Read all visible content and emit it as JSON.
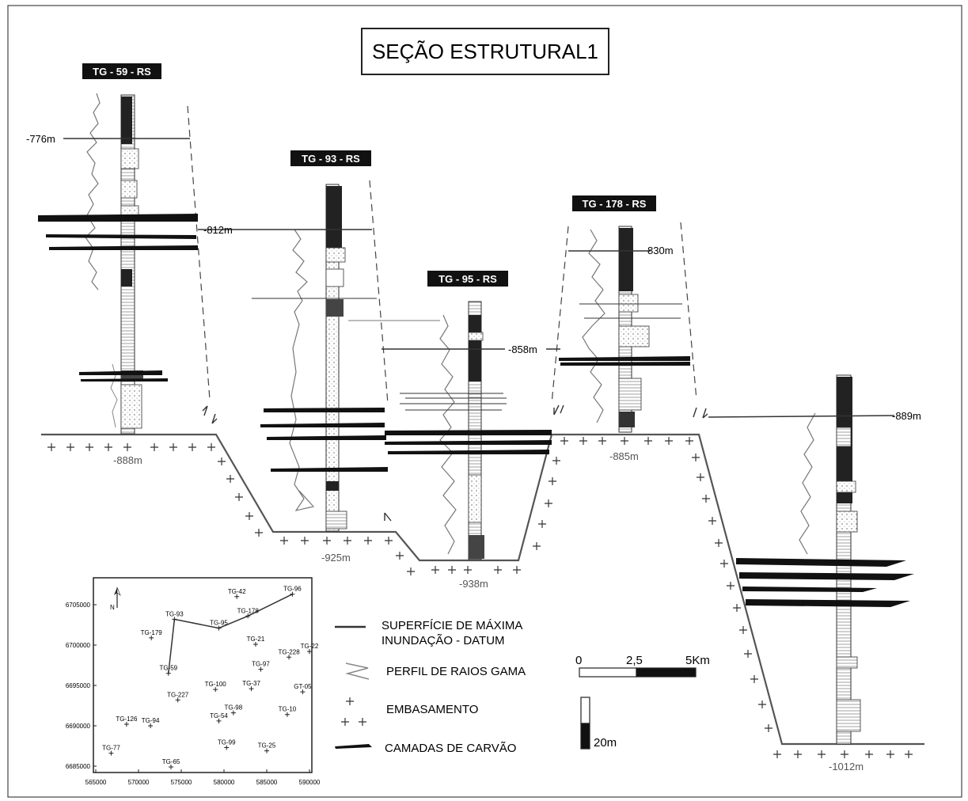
{
  "title": "SEÇÃO ESTRUTURAL1",
  "wells": [
    {
      "name": "TG - 59 - RS",
      "top_depth": "-776m",
      "base_depth": "-888m"
    },
    {
      "name": "TG - 93 - RS",
      "top_depth": "-812m",
      "base_depth": "-925m"
    },
    {
      "name": "TG - 95 - RS",
      "top_depth": "-858m",
      "base_depth": "-938m"
    },
    {
      "name": "TG - 178 - RS",
      "top_depth": "830m",
      "base_depth": "-885m"
    },
    {
      "name": "",
      "top_depth": "-889m",
      "base_depth": "-1012m"
    }
  ],
  "legend": {
    "datum": "SUPERFÍCIE DE MÁXIMA INUNDAÇÃO - DATUM",
    "datum_line1": "SUPERFÍCIE DE MÁXIMA",
    "datum_line2": "INUNDAÇÃO - DATUM",
    "gamma": "PERFIL DE RAIOS GAMA",
    "basement": "EMBASAMENTO",
    "coal": "CAMADAS DE CARVÃO"
  },
  "scale_bar": {
    "ticks": [
      "0",
      "2,5",
      "5Km"
    ],
    "vertical": "20m"
  },
  "map": {
    "y_ticks": [
      "6705000",
      "6700000",
      "6695000",
      "6690000",
      "6685000"
    ],
    "x_ticks": [
      "565000",
      "570000",
      "575000",
      "580000",
      "585000",
      "590000"
    ],
    "north": "N",
    "wells": [
      {
        "name": "TG-42",
        "x": 581500,
        "y": 6706000
      },
      {
        "name": "TG-96",
        "x": 588000,
        "y": 6706300
      },
      {
        "name": "TG-93",
        "x": 574200,
        "y": 6703200
      },
      {
        "name": "TG-95",
        "x": 579400,
        "y": 6702100
      },
      {
        "name": "TG-178",
        "x": 582800,
        "y": 6703600
      },
      {
        "name": "TG-179",
        "x": 571500,
        "y": 6700900
      },
      {
        "name": "TG-21",
        "x": 583700,
        "y": 6700100
      },
      {
        "name": "TG-228",
        "x": 587600,
        "y": 6698500
      },
      {
        "name": "TG-22",
        "x": 590000,
        "y": 6699200
      },
      {
        "name": "TG-59",
        "x": 573500,
        "y": 6696500
      },
      {
        "name": "TG-97",
        "x": 584300,
        "y": 6697000
      },
      {
        "name": "TG-100",
        "x": 579000,
        "y": 6694500
      },
      {
        "name": "TG-37",
        "x": 583200,
        "y": 6694600
      },
      {
        "name": "GT-05",
        "x": 589200,
        "y": 6694200
      },
      {
        "name": "TG-227",
        "x": 574600,
        "y": 6693200
      },
      {
        "name": "TG-98",
        "x": 581100,
        "y": 6691600
      },
      {
        "name": "TG-10",
        "x": 587400,
        "y": 6691400
      },
      {
        "name": "TG-126",
        "x": 568600,
        "y": 6690200
      },
      {
        "name": "TG-94",
        "x": 571400,
        "y": 6690000
      },
      {
        "name": "TG-54",
        "x": 579400,
        "y": 6690600
      },
      {
        "name": "TG-77",
        "x": 566800,
        "y": 6686600
      },
      {
        "name": "TG-99",
        "x": 580300,
        "y": 6687300
      },
      {
        "name": "TG-25",
        "x": 585000,
        "y": 6686900
      },
      {
        "name": "TG-65",
        "x": 573800,
        "y": 6684900
      }
    ],
    "section_line": [
      "TG-59",
      "TG-93",
      "TG-95",
      "TG-178",
      "TG-96"
    ]
  }
}
